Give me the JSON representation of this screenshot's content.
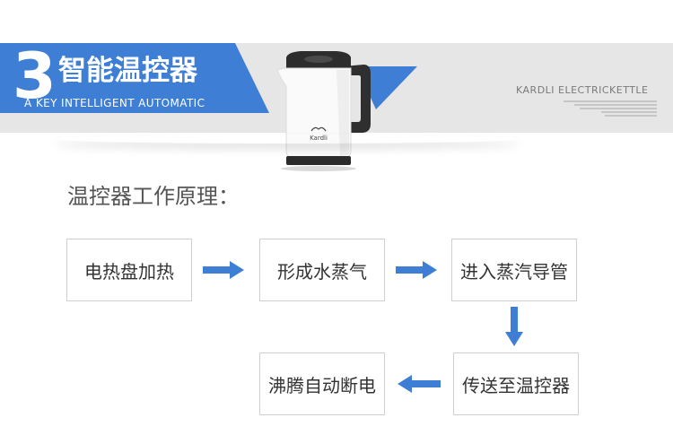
{
  "banner": {
    "number": "3",
    "title": "智能温控器",
    "subtitle": "A KEY INTELLIGENT AUTOMATIC",
    "brand": "KARDLI ELECTRICKETTLE"
  },
  "product": {
    "logo_text": "Kardli"
  },
  "section": {
    "heading": "温控器工作原理："
  },
  "flow": {
    "steps": [
      {
        "label": "电热盘加热"
      },
      {
        "label": "形成水蒸气"
      },
      {
        "label": "进入蒸汽导管"
      },
      {
        "label": "传送至温控器"
      },
      {
        "label": "沸腾自动断电"
      }
    ]
  },
  "colors": {
    "accent": "#3e7fd5",
    "banner_bg": "#e6e6e6",
    "box_border": "#cfcfcf"
  }
}
